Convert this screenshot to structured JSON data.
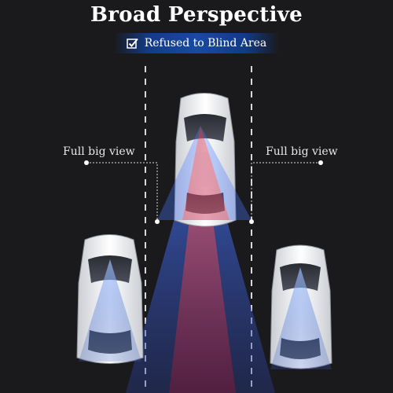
{
  "title": "Broad Perspective",
  "subtitle": "Refused to Blind Area",
  "labels": {
    "left": "Full big view",
    "right": "Full big view"
  },
  "icons": {
    "check": "checkbox-check-icon"
  },
  "colors": {
    "background": "#1a1a1c",
    "subtitle_bar": "#174aa3",
    "red_beam": "#c0304a",
    "blue_beam": "#2d5fcf"
  }
}
